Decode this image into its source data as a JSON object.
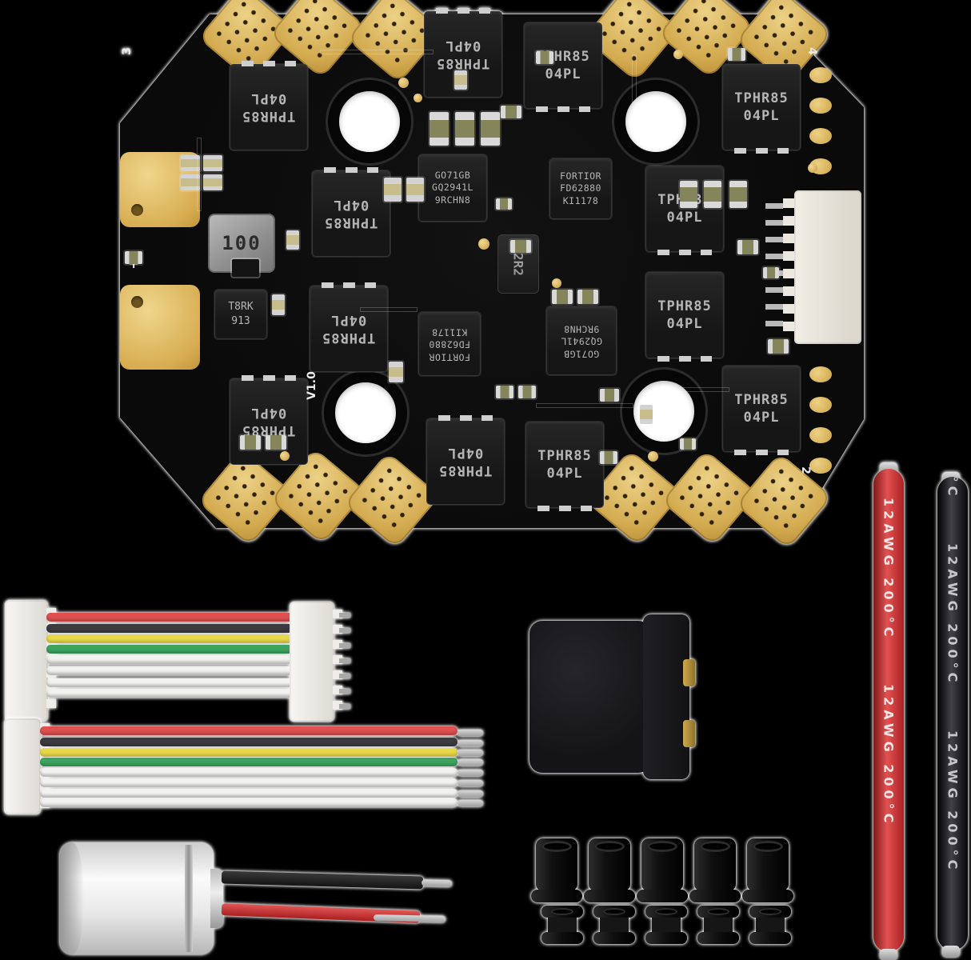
{
  "scene": {
    "type": "product-photo",
    "description": "4-in-1 drone ESC board with accessory kit",
    "background": "#000000"
  },
  "board": {
    "mosfet": {
      "line1": "TPHR85",
      "line2": "04PL"
    },
    "driver": {
      "line1": "FORTIOR",
      "line2": "FD62880",
      "line3": "KI1178"
    },
    "gate_driver": {
      "line1": "GO71GB",
      "line2": "GQ2941L",
      "line3": "9RCHN8"
    },
    "inductor_main": "100",
    "inductor_aux": "2R2",
    "regulator": {
      "line1": "T8RK",
      "line2": "913"
    },
    "version": "V1.0",
    "marks": {
      "top_left": "3",
      "top_right": "4",
      "bottom_right": "2",
      "battery_positive": "+"
    },
    "colors": {
      "pcb": "#0b0b0b",
      "pad_gold": "#d7ac50",
      "chip_body": "#1d1d1d",
      "mount_hole": "#ffffff"
    }
  },
  "accessories": {
    "cable_double_ended": {
      "wire_colors": [
        "#df5050",
        "#3c3c40",
        "#e8d84a",
        "#3da45f",
        "#f2f2f0",
        "#f2f2f0",
        "#f2f2f0",
        "#f2f2f0"
      ]
    },
    "cable_tinned": {
      "wire_colors": [
        "#df5050",
        "#3c3c40",
        "#e8d84a",
        "#3da45f",
        "#f2f2f0",
        "#f2f2f0",
        "#f2f2f0",
        "#f2f2f0"
      ]
    },
    "capacitor": {
      "body_color": "#e9e9e9",
      "lead_red": "#c62f2f",
      "lead_black": "#222222"
    },
    "xt60_color": "#17171a",
    "grommets_tall_count": 5,
    "grommets_short_count": 5
  },
  "power_wires": {
    "red": {
      "label": "12AWG 200°C",
      "color": "#cf3131"
    },
    "black": {
      "label": "12AWG 200°C",
      "color": "#1e1e1e"
    }
  }
}
